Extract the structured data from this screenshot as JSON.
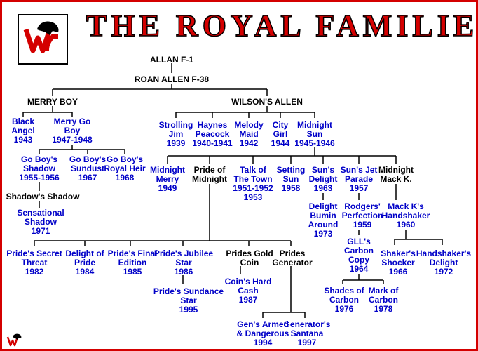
{
  "title": "THE ROYAL FAMILIES",
  "colors": {
    "border": "#d40000",
    "title": "#d40000",
    "horse_name_blue": "#0000c8",
    "sire_black": "#000000"
  },
  "nodes": {
    "allan": "ALLAN F-1",
    "roan_allen": "ROAN ALLEN F-38",
    "merry_boy": "MERRY BOY",
    "wilsons_allen": "WILSON'S ALLEN",
    "black_angel": "Black\nAngel\n1943",
    "merry_go_boy": "Merry Go\nBoy\n1947-1948",
    "go_boys_shadow": "Go Boy's\nShadow\n1955-1956",
    "go_boys_sundust": "Go Boy's\nSundust\n1967",
    "go_boys_royal_heir": "Go Boy's\nRoyal Heir\n1968",
    "shadows_shadow": "Shadow's Shadow",
    "sensational_shadow": "Sensational\nShadow\n1971",
    "strolling_jim": "Strolling\nJim\n1939",
    "haynes_peacock": "Haynes\nPeacock\n1940-1941",
    "melody_maid": "Melody\nMaid\n1942",
    "city_girl": "City\nGirl\n1944",
    "midnight_sun": "Midnight\nSun\n1945-1946",
    "midnight_merry": "Midnight\nMerry\n1949",
    "pride_of_midnight": "Pride of\nMidnight",
    "talk_of_the_town": "Talk of\nThe Town\n1951-1952\n1953",
    "setting_sun": "Setting\nSun\n1958",
    "suns_delight": "Sun's\nDelight\n1963",
    "suns_jet_parade": "Sun's Jet\nParade\n1957",
    "midnight_mack_k": "Midnight\nMack K.",
    "delight_bumin_around": "Delight\nBumin\nAround\n1973",
    "rodgers_perfection": "Rodgers'\nPerfection\n1959",
    "mack_ks_handshaker": "Mack K's\nHandshaker\n1960",
    "glls_carbon_copy": "GLL's\nCarbon\nCopy\n1964",
    "shakers_shocker": "Shaker's\nShocker\n1966",
    "handshakers_delight": "Handshaker's\nDelight\n1972",
    "shades_of_carbon": "Shades of\nCarbon\n1976",
    "mark_of_carbon": "Mark of\nCarbon\n1978",
    "prides_secret_threat": "Pride's Secret\nThreat\n1982",
    "delight_of_pride": "Delight of\nPride\n1984",
    "prides_final_edition": "Pride's Final\nEdition\n1985",
    "prides_jubilee_star": "Pride's Jubilee\nStar\n1986",
    "prides_gold_coin": "Prides  Gold\nCoin",
    "prides_generator": "Prides\nGenerator",
    "prides_sundance_star": "Pride's Sundance\nStar\n1995",
    "coins_hard_cash": "Coin's Hard\nCash\n1987",
    "gens_armed_dangerous": "Gen's Armed\n& Dangerous\n1994",
    "generators_santana": "Generator's\nSantana\n1997"
  }
}
